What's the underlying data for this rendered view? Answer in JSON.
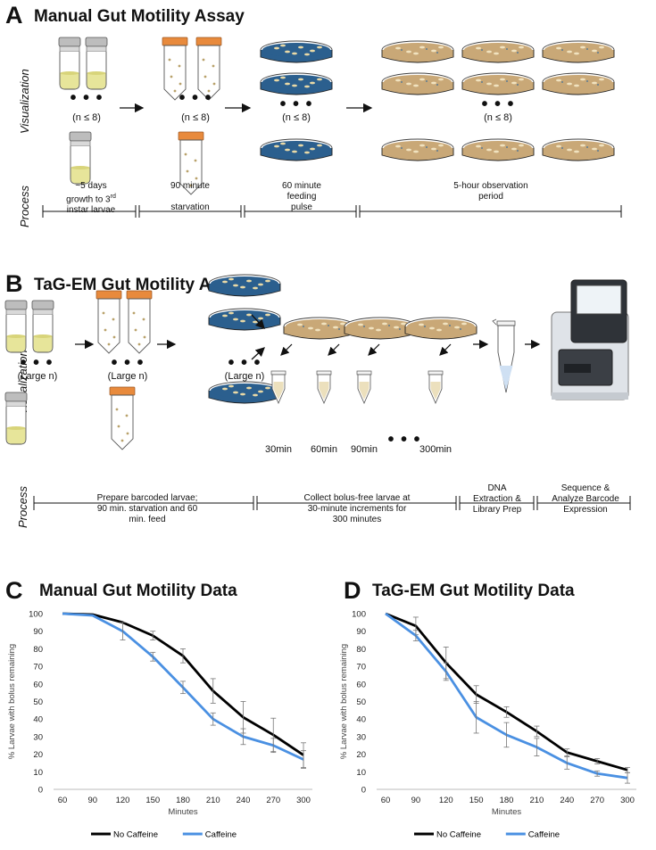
{
  "panel_a": {
    "letter": "A",
    "title": "Manual Gut Motility Assay",
    "visualization_label": "Visualization",
    "process_label": "Process",
    "n_labels": [
      "(n ≤ 8)",
      "(n ≤ 8)",
      "(n ≤ 8)",
      "(n ≤ 8)"
    ],
    "dots": "• • •",
    "steps": [
      "~5 days growth to 3rd instar larvae",
      "90 minute starvation",
      "60 minute feeding pulse",
      "5-hour observation period"
    ],
    "step1_lines": [
      "~5 days",
      "growth to 3",
      "rd",
      " instar larvae"
    ],
    "step2_lines": [
      "90 minute",
      "starvation"
    ],
    "step3_lines": [
      "60 minute",
      "feeding",
      "pulse"
    ],
    "step4_lines": [
      "5-hour observation",
      "period"
    ]
  },
  "panel_b": {
    "letter": "B",
    "title": "TaG-EM Gut Motility Assay",
    "visualization_label": "Visualization",
    "process_label": "Process",
    "n_labels": [
      "(Large n)",
      "(Large n)",
      "(Large n)"
    ],
    "dots": "• • •",
    "timepoints": [
      "30min",
      "60min",
      "90min",
      "300min"
    ],
    "step1_lines": [
      "Prepare barcoded larvae;",
      "90 min. starvation and 60",
      "min. feed"
    ],
    "step2_lines": [
      "Collect bolus-free larvae at",
      "30-minute increments for",
      "300 minutes"
    ],
    "step3_lines": [
      "DNA",
      "Extraction &",
      "Library Prep"
    ],
    "step4_lines": [
      "Sequence &",
      "Analyze Barcode",
      "Expression"
    ]
  },
  "panel_c": {
    "letter": "C",
    "title": "Manual Gut Motility Data"
  },
  "panel_d": {
    "letter": "D",
    "title": "TaG-EM Gut Motility Data"
  },
  "colors": {
    "no_caffeine": "#000000",
    "caffeine": "#4a90e2",
    "dish_blue": "#2b5f8e",
    "dish_tan": "#c9a877",
    "cap_orange": "#e88a3c",
    "food_yellow": "#e7e59a"
  },
  "chart_data": [
    {
      "type": "line",
      "title": "Manual Gut Motility Data",
      "xlabel": "Minutes",
      "ylabel": "% Larvae with bolus remaining",
      "x": [
        60,
        90,
        120,
        150,
        180,
        210,
        240,
        270,
        300
      ],
      "xlim": [
        60,
        300
      ],
      "ylim": [
        0,
        100
      ],
      "yticks": [
        0,
        10,
        20,
        30,
        40,
        50,
        60,
        70,
        80,
        90,
        100
      ],
      "legend": "bottom",
      "series": [
        {
          "name": "No Caffeine",
          "values": [
            100,
            99.5,
            95,
            87.5,
            76,
            56,
            41,
            31,
            19.5
          ],
          "err": [
            0,
            0,
            0,
            2.5,
            4,
            7,
            9,
            9.5,
            7
          ]
        },
        {
          "name": "Caffeine",
          "values": [
            100,
            99,
            90,
            75.5,
            58,
            40,
            30,
            25,
            17
          ],
          "err": [
            0,
            0,
            5,
            2.5,
            3.5,
            3.5,
            4.5,
            4,
            5
          ]
        }
      ]
    },
    {
      "type": "line",
      "title": "TaG-EM Gut Motility Data",
      "xlabel": "Minutes",
      "ylabel": "% Larvae with bolus remaining",
      "x": [
        60,
        90,
        120,
        150,
        180,
        210,
        240,
        270,
        300
      ],
      "xlim": [
        60,
        300
      ],
      "ylim": [
        0,
        100
      ],
      "yticks": [
        0,
        10,
        20,
        30,
        40,
        50,
        60,
        70,
        80,
        90,
        100
      ],
      "legend": "bottom",
      "series": [
        {
          "name": "No Caffeine",
          "values": [
            100,
            93,
            72,
            54,
            44,
            33,
            21,
            16,
            11
          ],
          "err": [
            0,
            5,
            9,
            5,
            3,
            3,
            2,
            1.5,
            1.5
          ]
        },
        {
          "name": "Caffeine",
          "values": [
            100,
            87.5,
            67,
            41,
            31,
            24,
            15,
            9,
            6.5
          ],
          "err": [
            0,
            3,
            5,
            9,
            7,
            5,
            3.5,
            1.5,
            3
          ]
        }
      ]
    }
  ]
}
